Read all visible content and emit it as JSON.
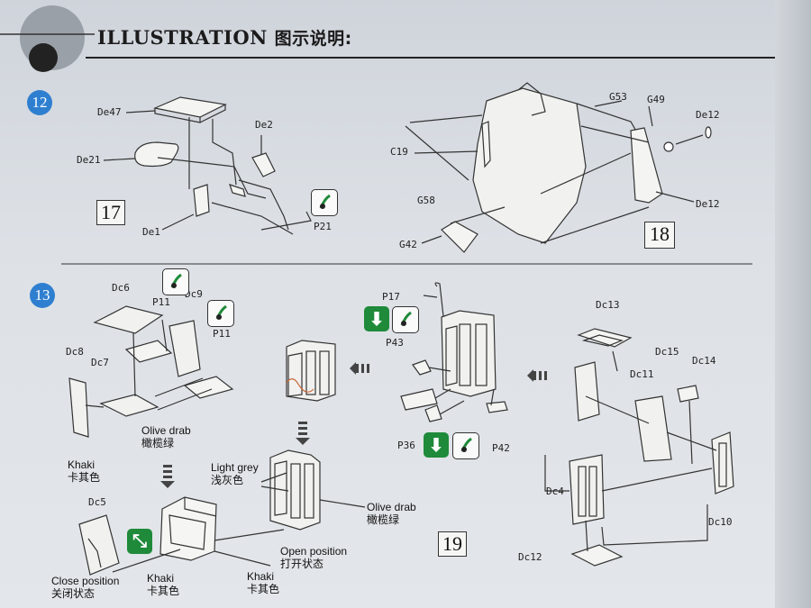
{
  "header": {
    "title": "ILLUSTRATION",
    "title_cn": "图示说明:"
  },
  "steps": {
    "s12": "12",
    "s13": "13"
  },
  "figures": {
    "f17": "17",
    "f18": "18",
    "f19": "19"
  },
  "labels": {
    "de47": "De47",
    "de2": "De2",
    "de21": "De21",
    "de1": "De1",
    "p21": "P21",
    "g53": "G53",
    "g49": "G49",
    "de12a": "De12",
    "de12b": "De12",
    "c19": "C19",
    "g58": "G58",
    "g42": "G42",
    "dc6": "Dc6",
    "dc9": "Dc9",
    "p11a": "P11",
    "p11b": "P11",
    "dc8": "Dc8",
    "dc7": "Dc7",
    "dc5": "Dc5",
    "p17": "P17",
    "p43": "P43",
    "p36": "P36",
    "p42": "P42",
    "dc13": "Dc13",
    "dc15": "Dc15",
    "dc14": "Dc14",
    "dc11": "Dc11",
    "dc4": "Dc4",
    "dc10": "Dc10",
    "dc12": "Dc12"
  },
  "paint": {
    "olive1": "Olive drab",
    "olive1_cn": "橄榄绿",
    "khaki1": "Khaki",
    "khaki1_cn": "卡其色",
    "lightgrey": "Light grey",
    "lightgrey_cn": "浅灰色",
    "olive2": "Olive drab",
    "olive2_cn": "橄榄绿",
    "open": "Open position",
    "open_cn": "打开状态",
    "close": "Close position",
    "close_cn": "关闭状态",
    "khaki2": "Khaki",
    "khaki2_cn": "卡其色",
    "khaki3": "Khaki",
    "khaki3_cn": "卡其色"
  },
  "colors": {
    "step_badge": "#2f7fd0",
    "instruction_green": "#1f8a3a"
  }
}
